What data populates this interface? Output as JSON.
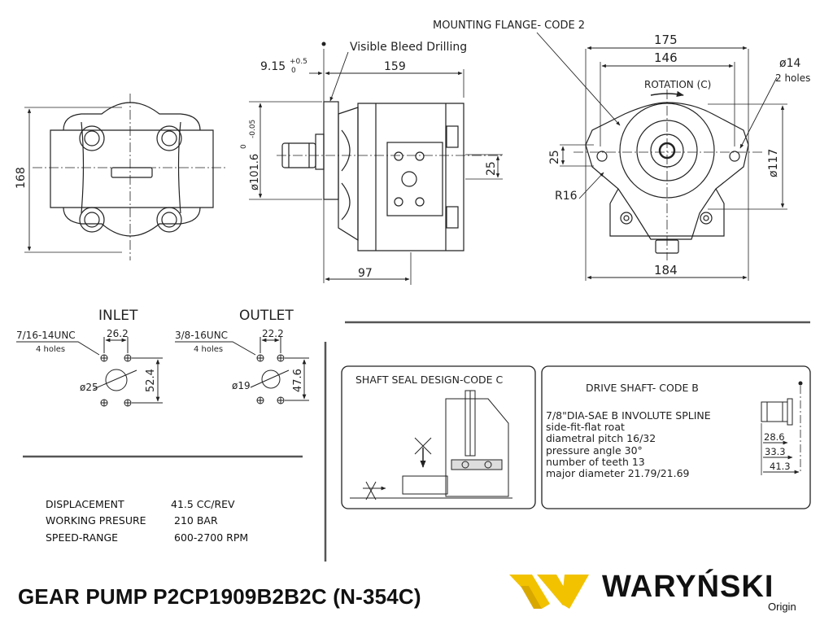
{
  "drawing": {
    "title": "GEAR PUMP  P2CP1909B2B2C (N-354C)",
    "brand": {
      "name": "WARYŃSKI",
      "tagline": "Origin",
      "logo_color": "#f2c200"
    }
  },
  "views": {
    "front": {
      "height_dim": "168"
    },
    "side": {
      "bleed_label": "Visible Bleed Drilling",
      "dim_915": "9.15",
      "tol_upper": "+0.5",
      "tol_lower": "0",
      "dim_159": "159",
      "dia_label": "ø101.6",
      "dia_tol_upper": "0",
      "dia_tol_lower": "-0.05",
      "dim_25": "25",
      "dim_97": "97"
    },
    "flange": {
      "mounting_label": "MOUNTING FLANGE- CODE 2",
      "dim_175": "175",
      "dim_146": "146",
      "holes_dia": "ø14",
      "holes_count": "2 holes",
      "rotation": "ROTATION (C)",
      "dim_25": "25",
      "radius": "R16",
      "dia_117": "ø117",
      "dim_184": "184"
    }
  },
  "ports": {
    "inlet": {
      "label": "INLET",
      "thread": "7/16-14UNC",
      "holes": "4 holes",
      "spacing": "26.2",
      "dia": "ø25",
      "height": "52.4"
    },
    "outlet": {
      "label": "OUTLET",
      "thread": "3/8-16UNC",
      "holes": "4 holes",
      "spacing": "22.2",
      "dia": "ø19",
      "height": "47.6"
    }
  },
  "specs": [
    {
      "name": "DISPLACEMENT",
      "value": "41.5 CC/REV"
    },
    {
      "name": "WORKING PRESURE",
      "value": "210 BAR"
    },
    {
      "name": "SPEED-RANGE",
      "value": "600-2700  RPM"
    }
  ],
  "shaft_seal": {
    "title": "SHAFT SEAL DESIGN-CODE C"
  },
  "drive_shaft": {
    "title": "DRIVE SHAFT- CODE B",
    "lines": [
      "7/8\"DIA-SAE B  INVOLUTE SPLINE",
      "side-fit-flat roat",
      "diametral pitch 16/32",
      "pressure angle  30°",
      "number of teeth  13",
      "major diameter  21.79/21.69"
    ],
    "dim_286": "28.6",
    "dim_333": "33.3",
    "dim_413": "41.3"
  }
}
